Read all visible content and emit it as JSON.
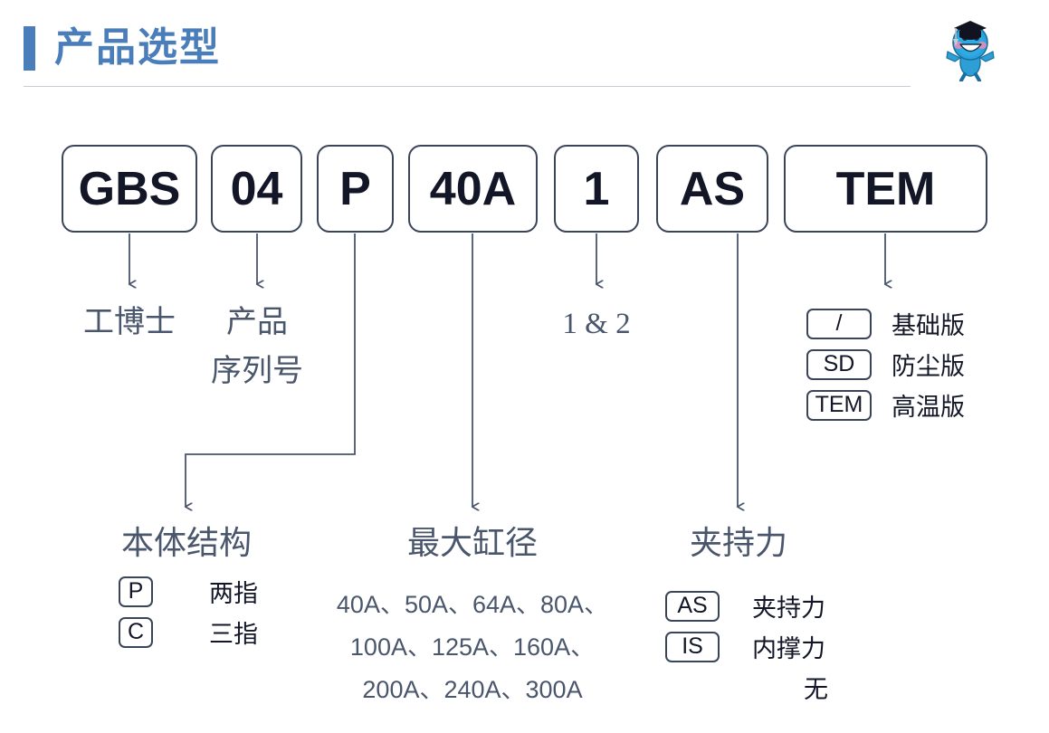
{
  "header": {
    "title": "产品选型",
    "accent_color": "#4a7ebb",
    "divider_color": "#c9ccd4",
    "mascot_name": "graduate-mascot-icon"
  },
  "colors": {
    "box_border": "#3b4559",
    "box_text": "#121627",
    "descriptor_text": "#4a566b",
    "connector": "#4a566b",
    "background": "#ffffff"
  },
  "model_code": {
    "segments": [
      {
        "id": "brand",
        "value": "GBS"
      },
      {
        "id": "series",
        "value": "04"
      },
      {
        "id": "structure",
        "value": "P"
      },
      {
        "id": "bore",
        "value": "40A"
      },
      {
        "id": "stroke",
        "value": "1"
      },
      {
        "id": "force",
        "value": "AS"
      },
      {
        "id": "version",
        "value": "TEM"
      }
    ]
  },
  "callouts": {
    "brand": {
      "label": "工博士"
    },
    "series": {
      "line1": "产品",
      "line2": "序列号"
    },
    "stroke": {
      "label": "1 & 2"
    },
    "structure": {
      "title": "本体结构",
      "options": [
        {
          "code": "P",
          "label": "两指"
        },
        {
          "code": "C",
          "label": "三指"
        }
      ]
    },
    "bore": {
      "title": "最大缸径",
      "lines": [
        "40A、50A、64A、80A、",
        "100A、125A、160A、",
        "200A、240A、300A"
      ]
    },
    "force": {
      "title": "夹持力",
      "options": [
        {
          "code": "AS",
          "label": "夹持力"
        },
        {
          "code": "IS",
          "label": "内撑力"
        },
        {
          "code": "",
          "label": "无"
        }
      ]
    },
    "version": {
      "options": [
        {
          "code": "/",
          "label": "基础版"
        },
        {
          "code": "SD",
          "label": "防尘版"
        },
        {
          "code": "TEM",
          "label": "高温版"
        }
      ]
    }
  }
}
